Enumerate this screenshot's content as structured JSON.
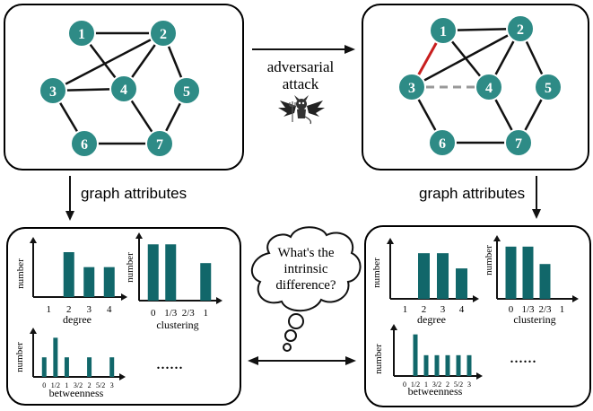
{
  "nodes": [
    "1",
    "2",
    "3",
    "4",
    "5",
    "6",
    "7"
  ],
  "arrow_label_line1": "adversarial",
  "arrow_label_line2": "attack",
  "graph_attributes_left": "graph attributes",
  "graph_attributes_right": "graph attributes",
  "thought_bubble": [
    "What's the",
    "intrinsic",
    "difference?"
  ],
  "ellipsis": "......",
  "colors": {
    "node_fill": "#2e8b86",
    "bar_fill": "#11676a",
    "added_edge": "#c81e1e",
    "removed_edge": "#999999"
  },
  "chart_data": [
    {
      "panel": "left",
      "type": "bar",
      "ylabel": "number",
      "xlabel": "degree",
      "categories": [
        "1",
        "2",
        "3",
        "4"
      ],
      "values": [
        0,
        3,
        2,
        2
      ],
      "ylim": [
        0,
        3.6
      ]
    },
    {
      "panel": "left",
      "type": "bar",
      "ylabel": "number",
      "xlabel": "clustering",
      "categories": [
        "0",
        "1/3",
        "2/3",
        "1"
      ],
      "values": [
        3,
        3,
        0,
        2
      ],
      "ylim": [
        0,
        3.3
      ]
    },
    {
      "panel": "left",
      "type": "bar",
      "ylabel": "number",
      "xlabel": "betweenness",
      "categories": [
        "0",
        "1/2",
        "1",
        "3/2",
        "2",
        "5/2",
        "3"
      ],
      "x": [
        0,
        0.5,
        1,
        1.5,
        2,
        2.5,
        3
      ],
      "values": [
        1,
        2,
        1,
        0,
        1,
        0,
        1
      ],
      "ylim": [
        0,
        2.2
      ]
    },
    {
      "panel": "right",
      "type": "bar",
      "ylabel": "number",
      "xlabel": "degree",
      "categories": [
        "1",
        "2",
        "3",
        "4"
      ],
      "values": [
        0,
        3,
        3,
        2
      ],
      "ylim": [
        0,
        3.6
      ]
    },
    {
      "panel": "right",
      "type": "bar",
      "ylabel": "number",
      "xlabel": "clustering",
      "categories": [
        "0",
        "1/3",
        "2/3",
        "1"
      ],
      "values": [
        3,
        3,
        2,
        0
      ],
      "ylim": [
        0,
        3.3
      ]
    },
    {
      "panel": "right",
      "type": "bar",
      "ylabel": "number",
      "xlabel": "betweenness",
      "categories": [
        "0",
        "1/2",
        "1",
        "3/2",
        "2",
        "5/2",
        "3"
      ],
      "x": [
        0,
        0.5,
        1,
        1.5,
        2,
        2.5,
        3
      ],
      "values": [
        0,
        2,
        1,
        1,
        1,
        1,
        1
      ],
      "ylim": [
        0,
        2.2
      ]
    }
  ]
}
